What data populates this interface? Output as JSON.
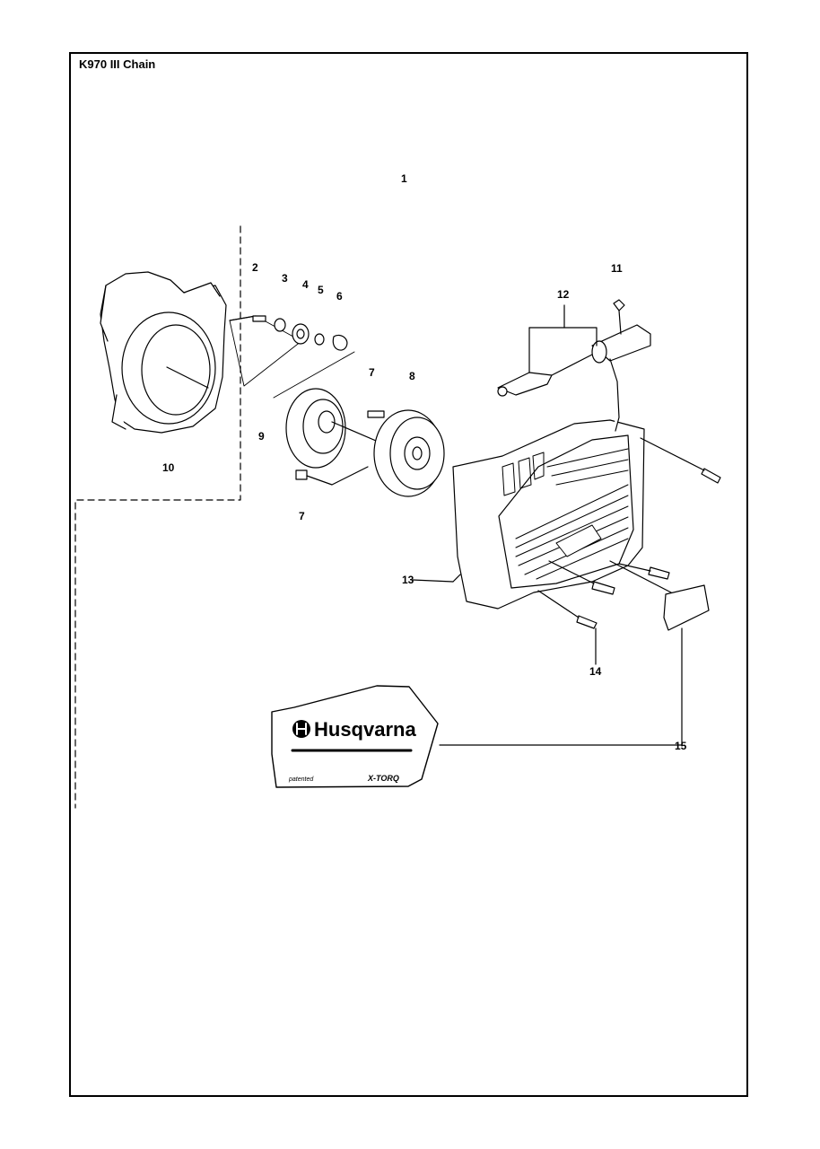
{
  "title": "K970 III Chain",
  "callouts": [
    "1",
    "2",
    "3",
    "4",
    "5",
    "6",
    "7",
    "8",
    "9",
    "10",
    "7",
    "11",
    "12",
    "13",
    "14",
    "15"
  ],
  "decal": {
    "brand": "Husqvarna",
    "note": "patented",
    "model": "X-TORQ"
  }
}
